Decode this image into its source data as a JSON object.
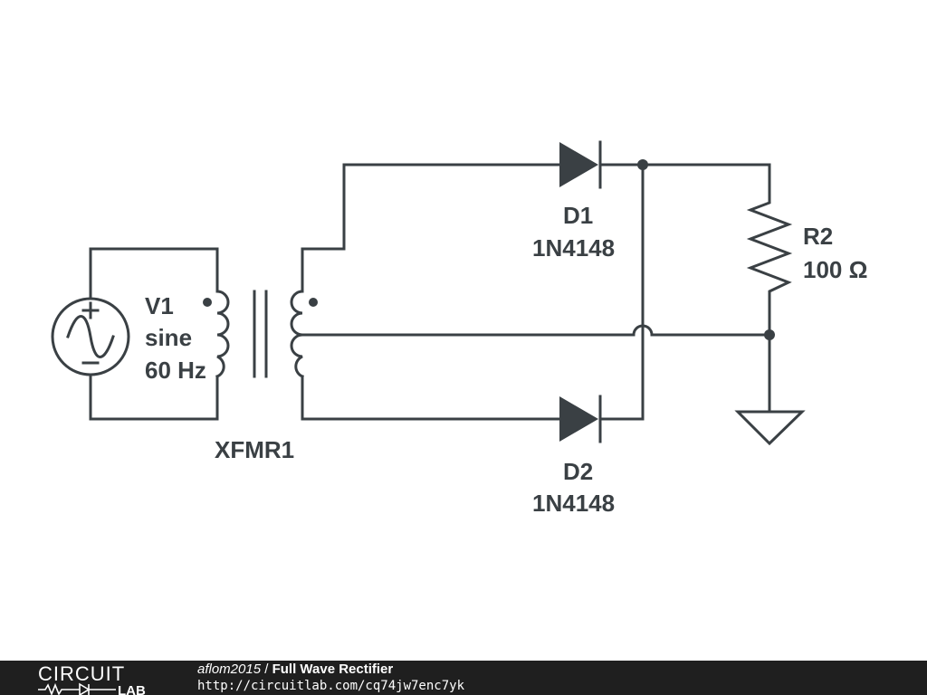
{
  "components": {
    "v1": {
      "ref": "V1",
      "type": "sine",
      "value": "60 Hz"
    },
    "xfmr1": {
      "ref": "XFMR1"
    },
    "d1": {
      "ref": "D1",
      "part": "1N4148"
    },
    "d2": {
      "ref": "D2",
      "part": "1N4148"
    },
    "r2": {
      "ref": "R2",
      "value": "100 Ω"
    }
  },
  "footer": {
    "logo_top": "CIRCUIT",
    "logo_bottom": "LAB",
    "author": "aflom2015",
    "separator": "/",
    "title": "Full Wave Rectifier",
    "url": "http://circuitlab.com/cq74jw7enc7yk"
  }
}
